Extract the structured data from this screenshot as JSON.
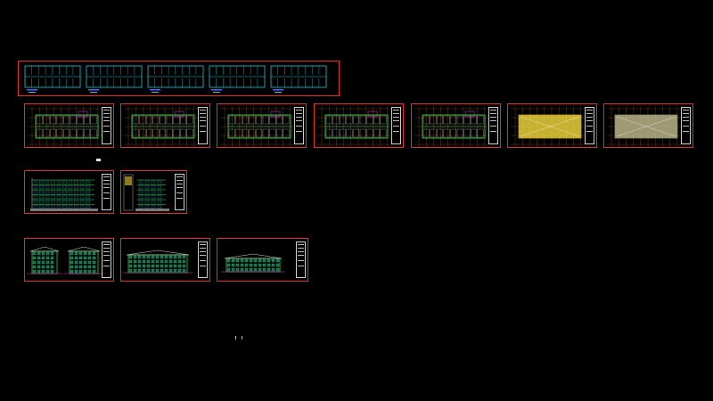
{
  "viewport": {
    "background": "#000000"
  },
  "colors": {
    "frame": "#e0302a",
    "plan_cyan": "#19c9d6",
    "plan_green": "#3be04a",
    "plan_yellow": "#e7d13a",
    "plan_white": "#d8d8d8",
    "grid_orange": "#e08a2a",
    "accent_magenta": "#e23ad6"
  },
  "groups": {
    "ground_plans": {
      "sheets": [
        {
          "id": "gp1",
          "style": "cyan"
        },
        {
          "id": "gp2",
          "style": "cyan"
        },
        {
          "id": "gp3",
          "style": "cyan"
        },
        {
          "id": "gp4",
          "style": "cyan"
        },
        {
          "id": "gp5",
          "style": "cyan"
        }
      ]
    },
    "floor_plans": {
      "sheets": [
        {
          "id": "fp1",
          "style": "green"
        },
        {
          "id": "fp2",
          "style": "green"
        },
        {
          "id": "fp3",
          "style": "green"
        },
        {
          "id": "fp4",
          "style": "green"
        },
        {
          "id": "fp5",
          "style": "green"
        },
        {
          "id": "fp6",
          "style": "yellow"
        },
        {
          "id": "fp7",
          "style": "yellow-grey"
        }
      ]
    },
    "sections": {
      "sheets": [
        {
          "id": "sec1",
          "style": "section"
        },
        {
          "id": "sec2",
          "style": "section-narrow"
        }
      ]
    },
    "elevations": {
      "sheets": [
        {
          "id": "el1",
          "style": "elevation-pair"
        },
        {
          "id": "el2",
          "style": "elevation"
        },
        {
          "id": "el3",
          "style": "elevation-low"
        }
      ]
    }
  },
  "misc_marks": {
    "coordinate_note": "",
    "small_marker_label": ""
  }
}
